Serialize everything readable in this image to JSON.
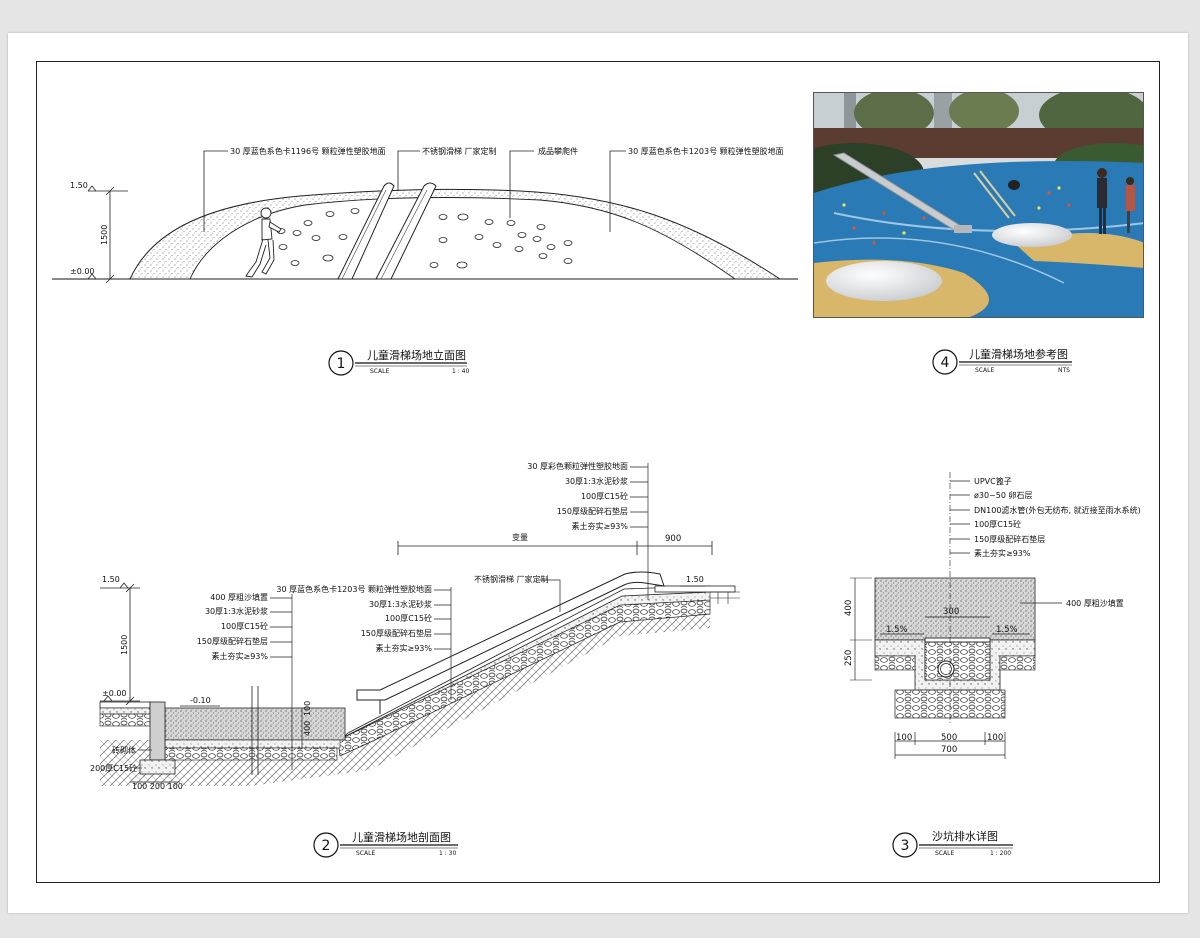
{
  "sheet": {
    "drawing1": {
      "number": "1",
      "title": "儿童滑梯场地立面图",
      "scale_label": "SCALE",
      "scale_value": "1 : 40",
      "annotations": [
        "30 厚蓝色系色卡1196号 颗粒弹性塑胶地面",
        "不锈钢滑梯 厂家定制",
        "成品攀爬件",
        "30 厚蓝色系色卡1203号 颗粒弹性塑胶地面"
      ],
      "level_top": "1.50",
      "level_zero": "±0.00",
      "height_dim": "1500"
    },
    "drawing4": {
      "number": "4",
      "title": "儿童滑梯场地参考图",
      "scale_label": "SCALE",
      "scale_value": "NTS"
    },
    "drawing2": {
      "number": "2",
      "title": "儿童滑梯场地剖面图",
      "scale_label": "SCALE",
      "scale_value": "1 : 30",
      "top_layers": [
        "30 厚彩色颗粒弹性塑胶地面",
        "30厚1:3水泥砂浆",
        "100厚C15砼",
        "150厚级配碎石垫层",
        "素土夯实≥93%"
      ],
      "slope_layers": [
        "30 厚蓝色系色卡1203号 颗粒弹性塑胶地面",
        "30厚1:3水泥砂浆",
        "100厚C15砼",
        "150厚级配碎石垫层",
        "素土夯实≥93%"
      ],
      "sand_layers": [
        "400 厚粗沙填置",
        "30厚1:3水泥砂浆",
        "100厚C15砼",
        "150厚级配碎石垫层",
        "素土夯实≥93%"
      ],
      "slide_label": "不锈钢滑梯 厂家定制",
      "dim_variable": "变量",
      "dim_900": "900",
      "level_top_left": "1.50",
      "level_top_right": "1.50",
      "level_zero": "±0.00",
      "level_sand": "-0.10",
      "height_dim": "1500",
      "sand_dim_a": "400",
      "sand_dim_b": "100",
      "wall_label": "砖砌体",
      "footing_label": "200厚C15砼",
      "bottom_dims": "100 200 100"
    },
    "drawing3": {
      "number": "3",
      "title": "沙坑排水详图",
      "scale_label": "SCALE",
      "scale_value": "1 : 200",
      "layers": [
        "UPVC篦子",
        "ø30~50 卵石层",
        "DN100滤水管(外包无纺布, 就近接至雨水系统)",
        "100厚C15砼",
        "150厚级配碎石垫层",
        "素土夯实≥93%"
      ],
      "sand_label": "400 厚粗沙填置",
      "dim_400": "400",
      "dim_250": "250",
      "dim_300": "300",
      "slope_left": "1.5%",
      "slope_right": "1.5%",
      "dim_100a": "100",
      "dim_500": "500",
      "dim_100b": "100",
      "dim_700": "700"
    }
  }
}
